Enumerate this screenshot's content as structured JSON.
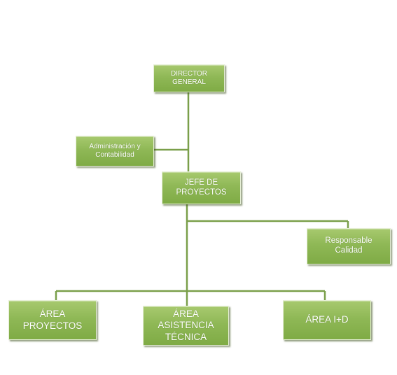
{
  "diagram": {
    "nodes": {
      "director": "DIRECTOR\nGENERAL",
      "admin": "Administración y\nContabilidad",
      "jefe": "JEFE DE\nPROYECTOS",
      "calidad": "Responsable\nCalidad",
      "area_proyectos": "ÁREA\nPROYECTOS",
      "area_asistencia": "ÁREA\nASISTENCIA\nTÉCNICA",
      "area_id": "ÁREA I+D"
    },
    "colors": {
      "box_fill": "#8fb856",
      "connector": "#7a9f4a"
    }
  }
}
